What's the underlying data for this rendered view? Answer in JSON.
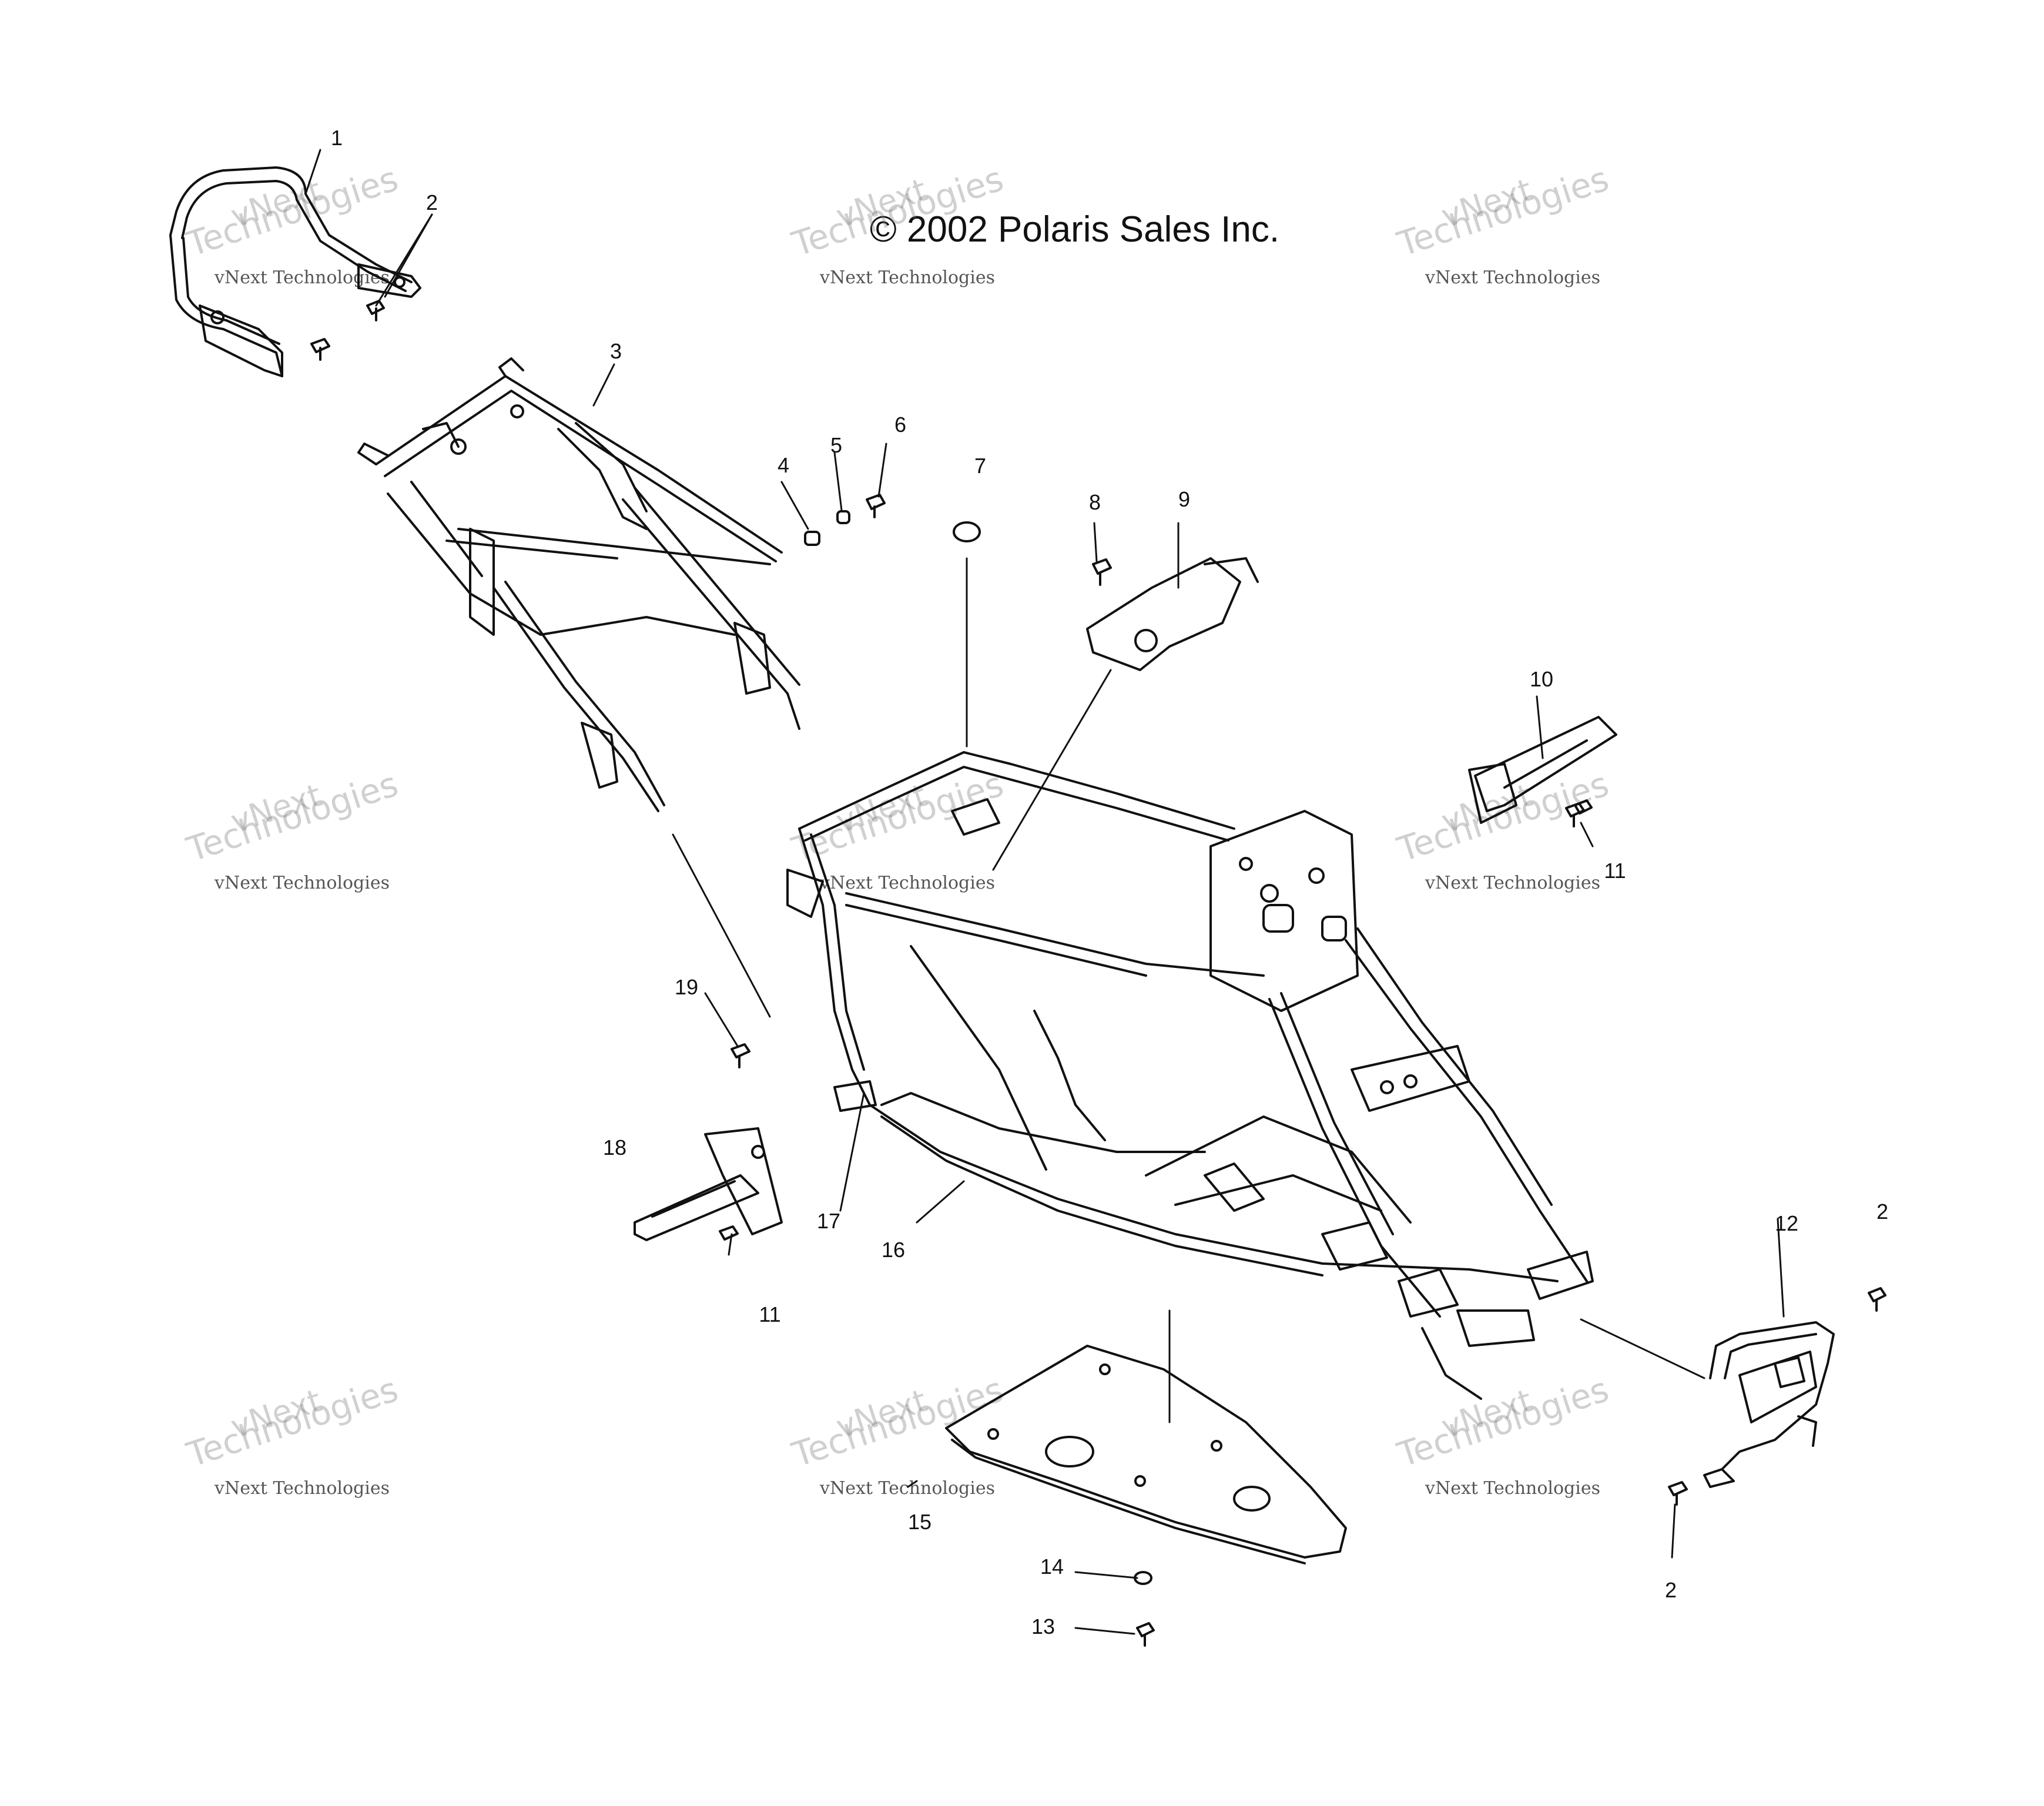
{
  "copyright": "© 2002 Polaris Sales Inc.",
  "watermark": {
    "line1": "vNext Technologies",
    "line2": "Technologies",
    "line3": "vNext"
  },
  "callouts": [
    "1",
    "2",
    "3",
    "4",
    "5",
    "6",
    "7",
    "8",
    "9",
    "10",
    "11",
    "12",
    "2",
    "2",
    "11",
    "13",
    "14",
    "15",
    "16",
    "17",
    "18",
    "19"
  ]
}
